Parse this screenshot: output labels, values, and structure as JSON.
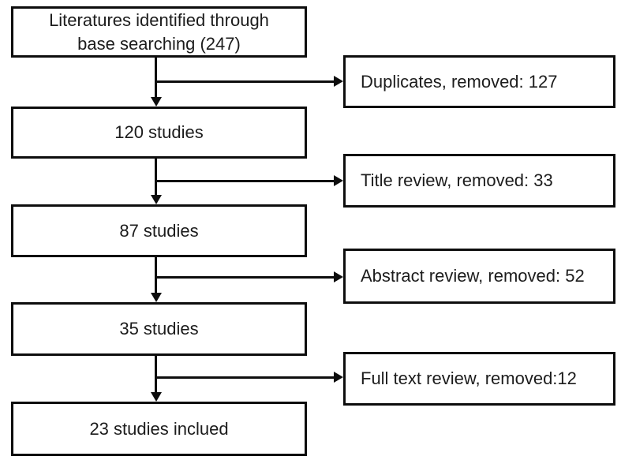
{
  "diagram": {
    "type": "flowchart",
    "colors": {
      "line": "#0d0d0d",
      "text": "#1c1c1c",
      "background": "#ffffff"
    },
    "main_flow": [
      {
        "label": "Literatures identified through\nbase searching (247)"
      },
      {
        "label": "120 studies"
      },
      {
        "label": "87 studies"
      },
      {
        "label": "35 studies"
      },
      {
        "label": "23 studies inclued"
      }
    ],
    "side_flow": [
      {
        "label": "Duplicates, removed: 127"
      },
      {
        "label": "Title review, removed: 33"
      },
      {
        "label": "Abstract review, removed: 52"
      },
      {
        "label": "Full text review, removed:12"
      }
    ]
  }
}
